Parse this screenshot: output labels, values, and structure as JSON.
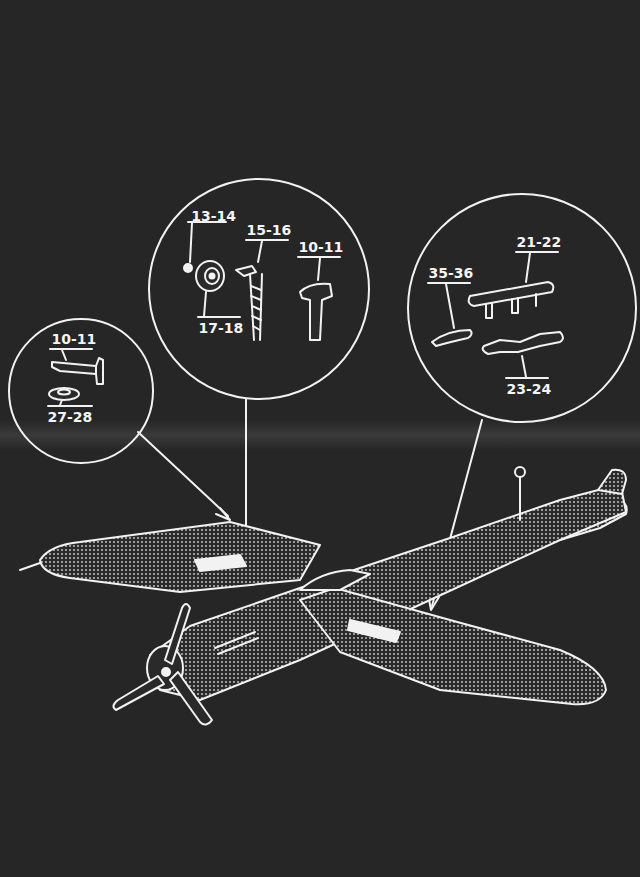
{
  "diagram": {
    "nodes": [
      {
        "text": [
          "10-11",
          "27-28"
        ]
      },
      {
        "text": [
          "13-14",
          "15-16",
          "10-11",
          "17-18"
        ]
      },
      {
        "text": [
          "35-36",
          "21-22",
          "23-24"
        ]
      }
    ]
  }
}
